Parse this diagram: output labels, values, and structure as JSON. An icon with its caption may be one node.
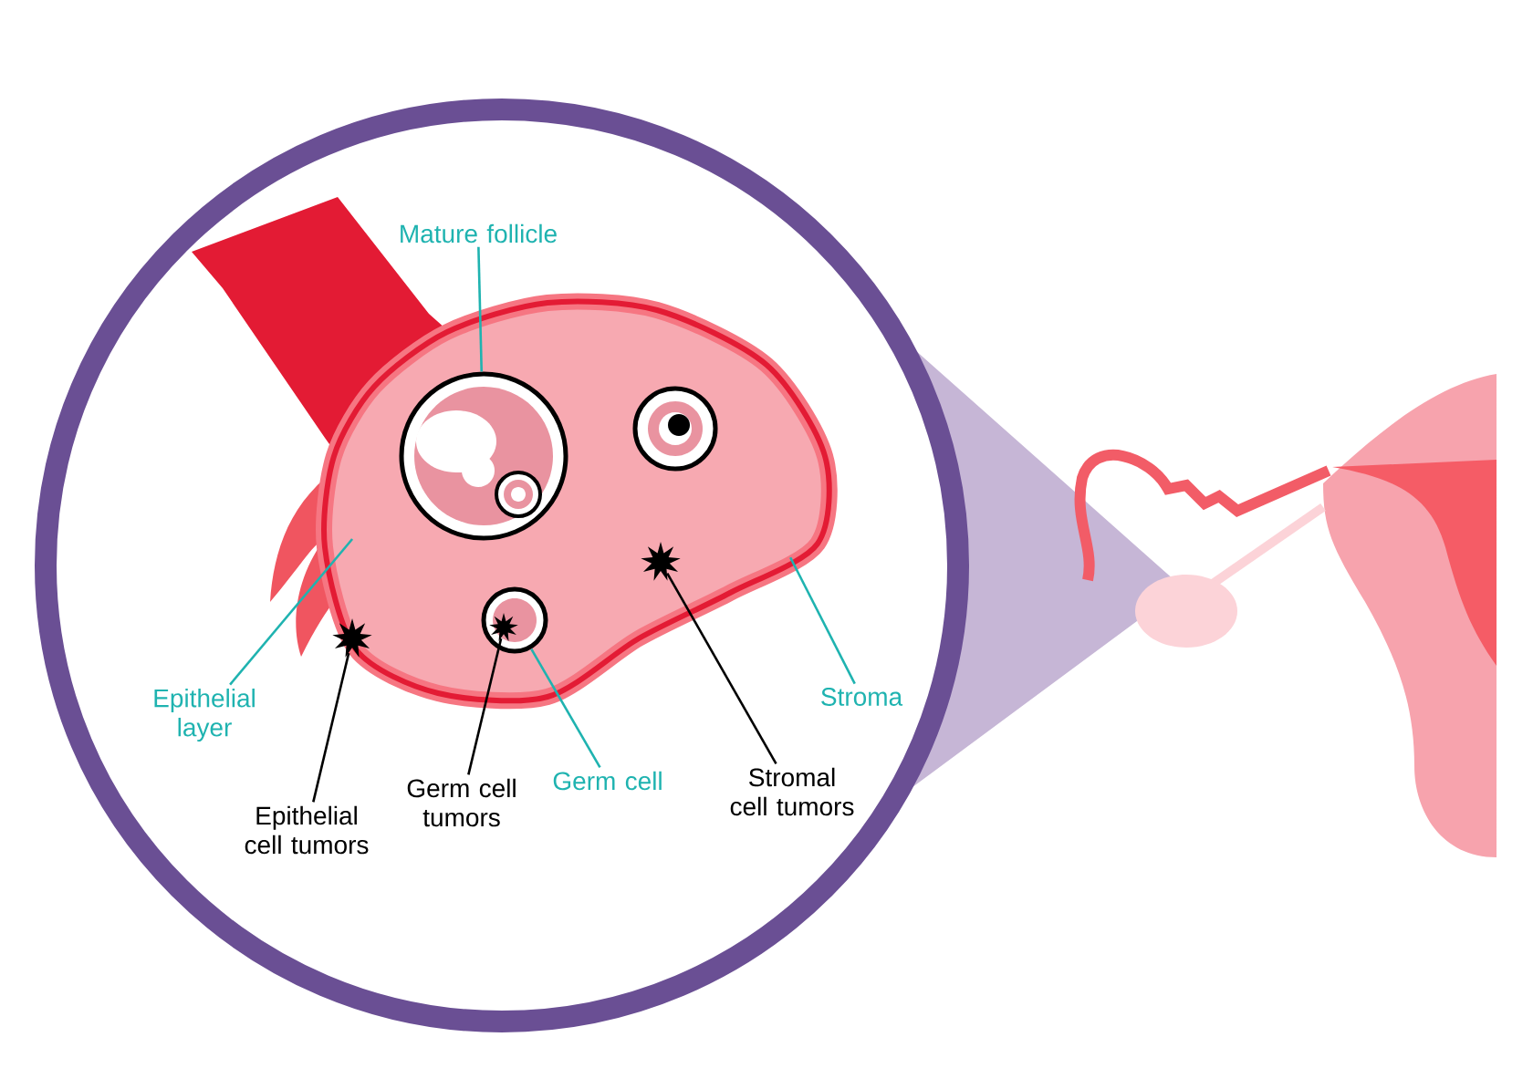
{
  "diagram": {
    "nodes": [
      {
        "text": [],
        "shape": "picture"
      },
      {
        "text": [
          "Mature follicle"
        ]
      },
      {
        "text": [],
        "shape": "circle",
        "in": 0
      },
      {
        "text": [
          "Epithelial layer"
        ]
      },
      {
        "text": [
          "Epithelial cell tumors"
        ]
      },
      {
        "text": [
          "Germ cell tumors"
        ]
      },
      {
        "text": [
          "Germ cell"
        ]
      },
      {
        "text": [
          "Stromal cell tumors"
        ]
      },
      {
        "text": [
          "Stroma"
        ]
      },
      {
        "text": [],
        "shape": "star",
        "in": 0
      },
      {
        "text": [],
        "shape": "circle",
        "in": 0
      },
      {
        "text": [],
        "shape": "star",
        "in": 10
      },
      {
        "text": [],
        "shape": "star",
        "in": 0
      }
    ],
    "edges": [
      {
        "from": 1,
        "to": 2,
        "arrow": "none"
      },
      {
        "from": 3,
        "to": 0,
        "arrow": "none"
      },
      {
        "from": 4,
        "to": 9,
        "arrow": "none",
        "color": "#000000"
      },
      {
        "from": 5,
        "to": 11,
        "arrow": "none",
        "color": "#000000"
      },
      {
        "from": 6,
        "to": 10,
        "arrow": "none"
      },
      {
        "from": 7,
        "to": 12,
        "arrow": "none",
        "color": "#000000"
      },
      {
        "from": 8,
        "to": 0,
        "arrow": "none"
      }
    ]
  }
}
